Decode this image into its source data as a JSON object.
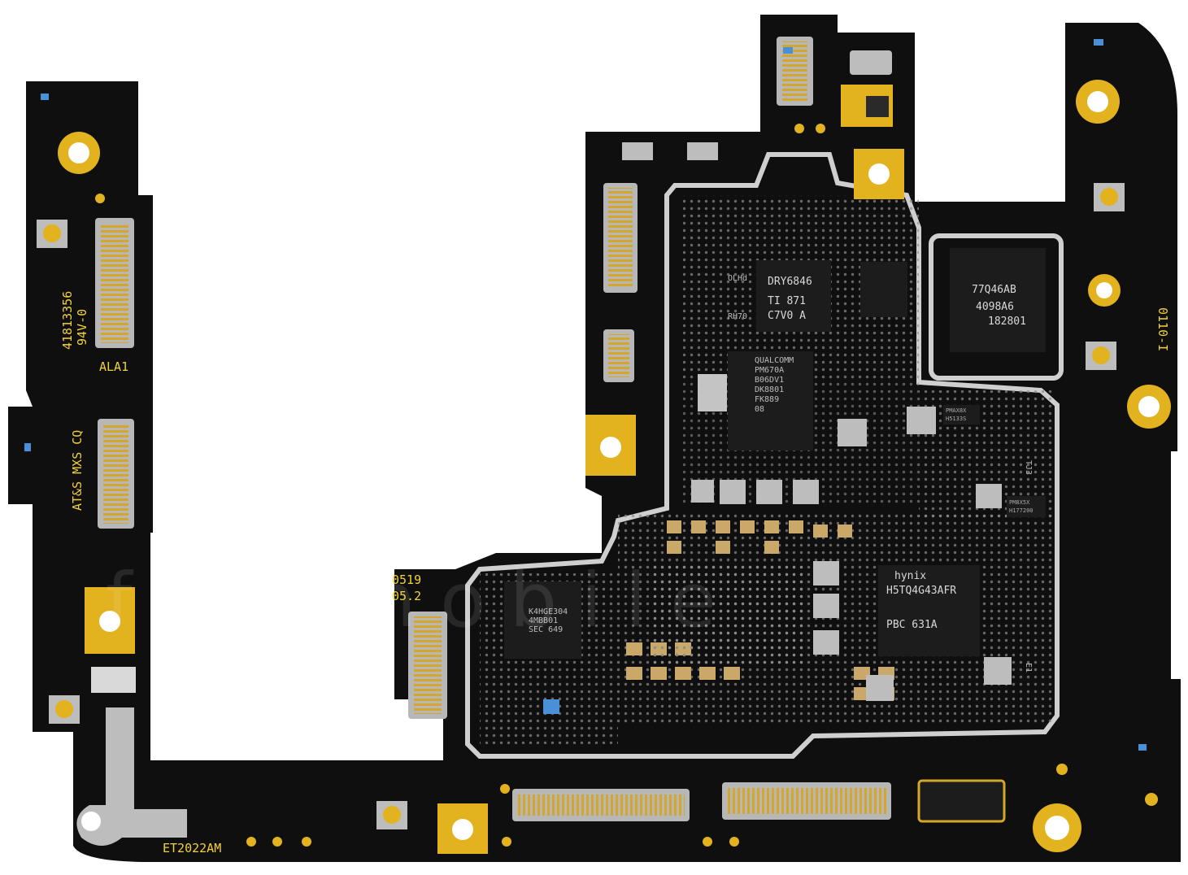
{
  "colors": {
    "board": "#0f0f0f",
    "gold": "#e2b21f",
    "shield": "#cfcfcf",
    "silkscreen": "#f2d23a",
    "chip": "#1c1c1c",
    "background": "#ffffff"
  },
  "silkscreen": {
    "part_number": "41813356",
    "rating": "94V-0",
    "ala": "ALA1",
    "maker": "AT&S MXS CQ",
    "date_code_1": "0519",
    "date_code_2": "05.2",
    "board_id": "ET2022AM",
    "side_code": "0110-I",
    "rh70": "RH70",
    "olhd": "OLHd",
    "tj3": "TJ3",
    "e1": "E1"
  },
  "chips": {
    "dry": {
      "line1": "DRY6846",
      "line2": "TI  871",
      "line3": "C7V0 A"
    },
    "pmic": {
      "line1": "QUALCOMM",
      "line2": "PM670A",
      "line3": "B06DV1",
      "line4": "DK8801",
      "line5": "FK889",
      "line6": "08"
    },
    "rf": {
      "line1": "77Q46AB",
      "line2": "4098A6",
      "line3": "182801"
    },
    "ram": {
      "line1": "hynix",
      "line2": "H5TQ4G43AFR",
      "line3": "PBC    631A"
    },
    "flash": {
      "line1": "K4HGE304",
      "line2": "4MBB01",
      "line3": "SEC 649"
    },
    "small_a": {
      "line1": "PMAX8X",
      "line2": "H5133S"
    },
    "small_b": {
      "line1": "PM8X5X",
      "line2": "H177200"
    }
  },
  "watermark": {
    "text": "f  c  t  o  m  o  b  i  l  e"
  }
}
